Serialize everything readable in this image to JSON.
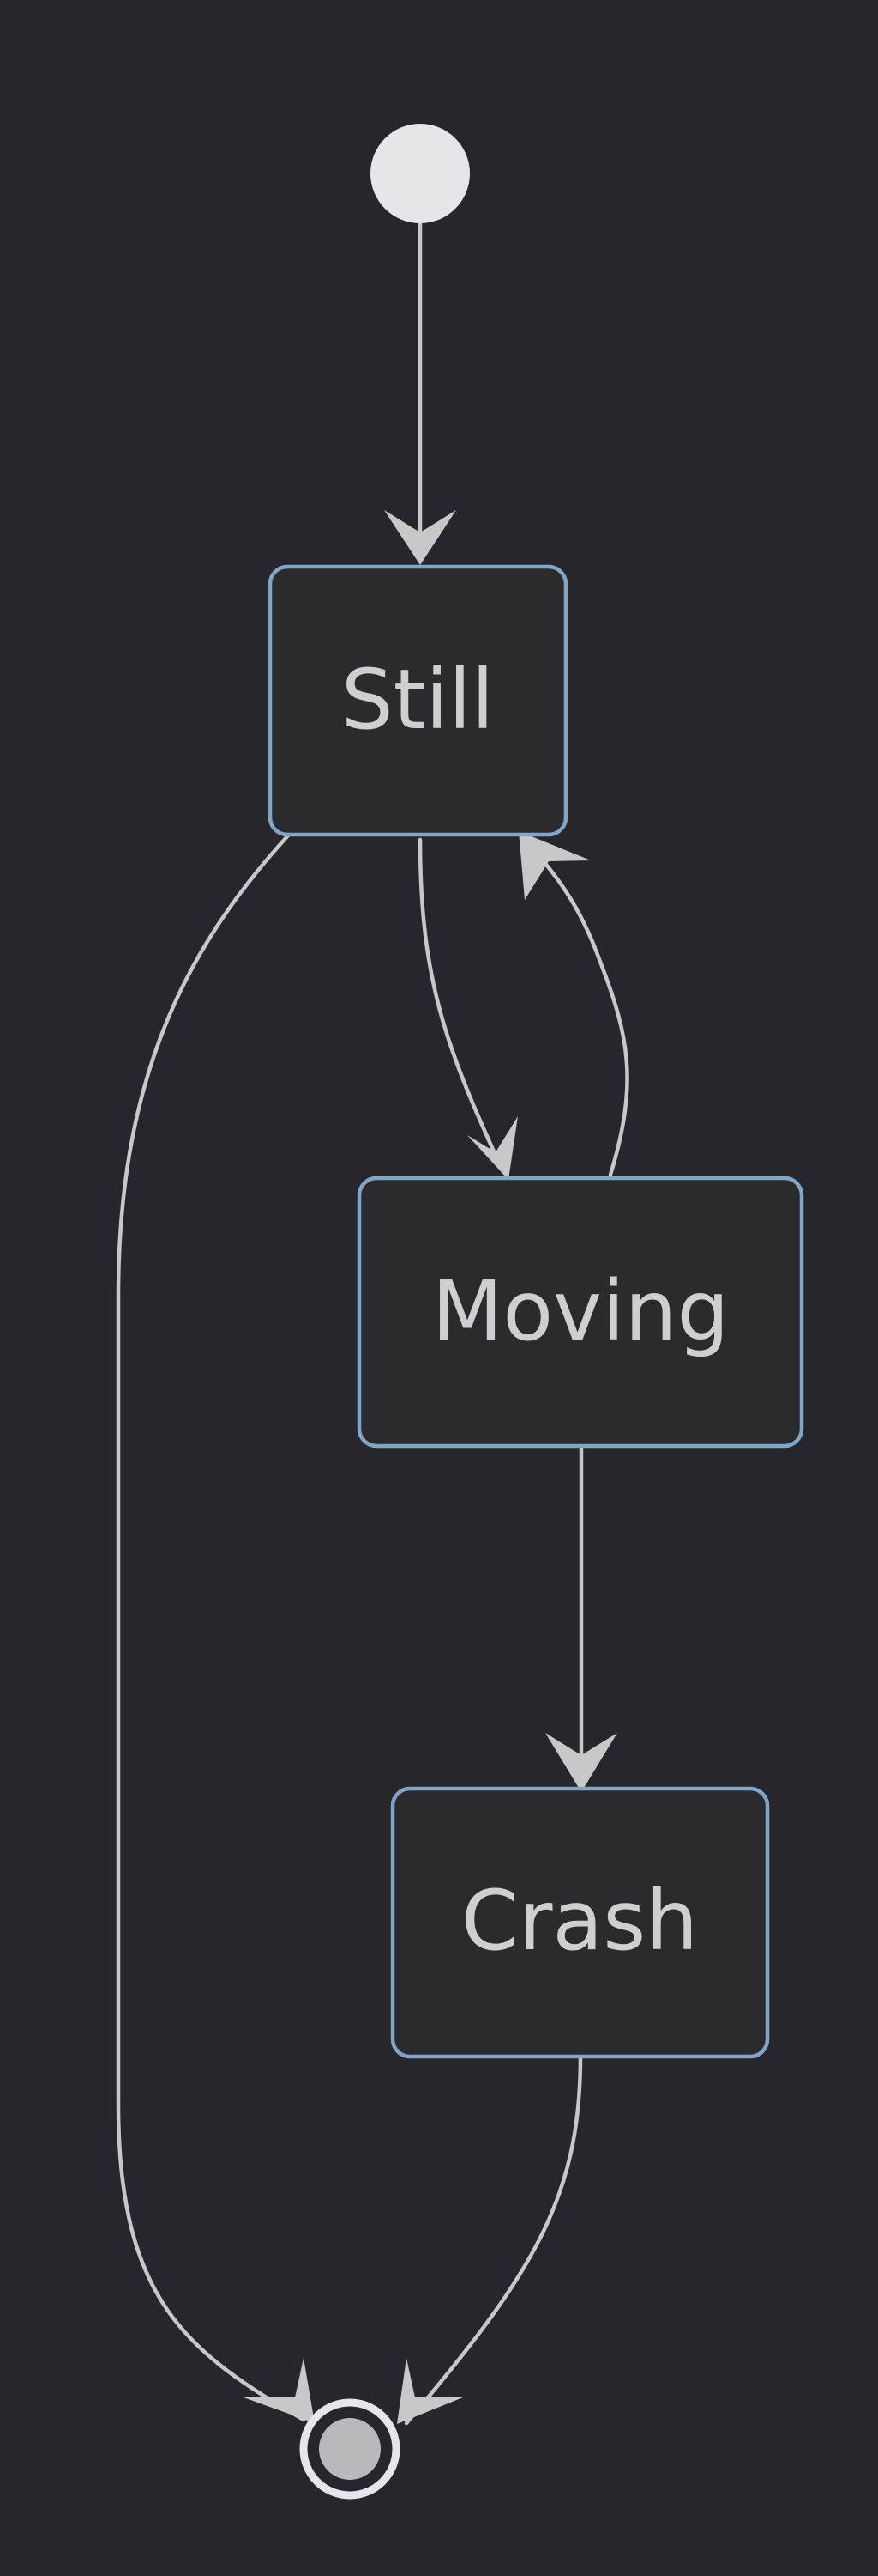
{
  "diagram": {
    "type": "state-diagram",
    "states": [
      {
        "id": "still",
        "label": "Still"
      },
      {
        "id": "moving",
        "label": "Moving"
      },
      {
        "id": "crash",
        "label": "Crash"
      }
    ],
    "transitions": [
      {
        "from": "start",
        "to": "still"
      },
      {
        "from": "still",
        "to": "moving"
      },
      {
        "from": "moving",
        "to": "still"
      },
      {
        "from": "moving",
        "to": "crash"
      },
      {
        "from": "still",
        "to": "end"
      },
      {
        "from": "crash",
        "to": "end"
      }
    ]
  },
  "colors": {
    "background": "#27272b",
    "state_fill": "#2b2b2e",
    "state_border": "#7fa6c9",
    "text": "#cfcfcf",
    "edge": "#c8c8c8",
    "start_node": "#e6e6e8",
    "end_outer": "#e6e6e8",
    "end_inner": "#b9b9bb"
  }
}
